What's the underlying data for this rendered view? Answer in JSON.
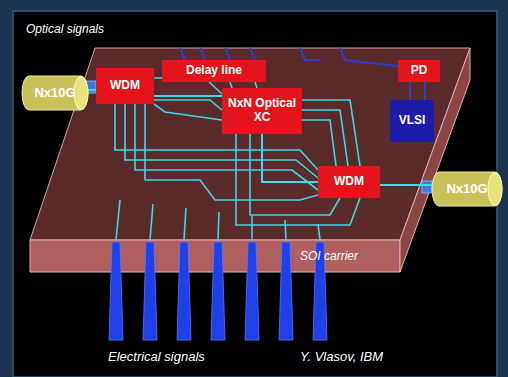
{
  "diagram": {
    "nodes": [
      {
        "text": [
          "Nx10G"
        ]
      },
      {
        "text": [
          "WDM"
        ]
      },
      {
        "text": [
          "Delay line"
        ]
      },
      {
        "text": [
          "PD"
        ]
      },
      {
        "text": [
          "NxN Optical XC"
        ]
      },
      {
        "text": [
          "VLSI"
        ]
      },
      {
        "text": [
          "WDM"
        ]
      },
      {
        "text": [
          "Nx10G"
        ]
      }
    ],
    "edges": [
      {
        "from": 0,
        "to": 1,
        "arrow": "none"
      },
      {
        "from": 1,
        "to": 4,
        "arrow": "none"
      },
      {
        "from": 4,
        "to": 6,
        "arrow": "none"
      },
      {
        "from": 6,
        "to": 7,
        "arrow": "none"
      }
    ],
    "labels": [
      "Optical signals",
      "SOI carrier",
      "Electrical signals",
      "Y. Vlasov, IBM"
    ]
  }
}
